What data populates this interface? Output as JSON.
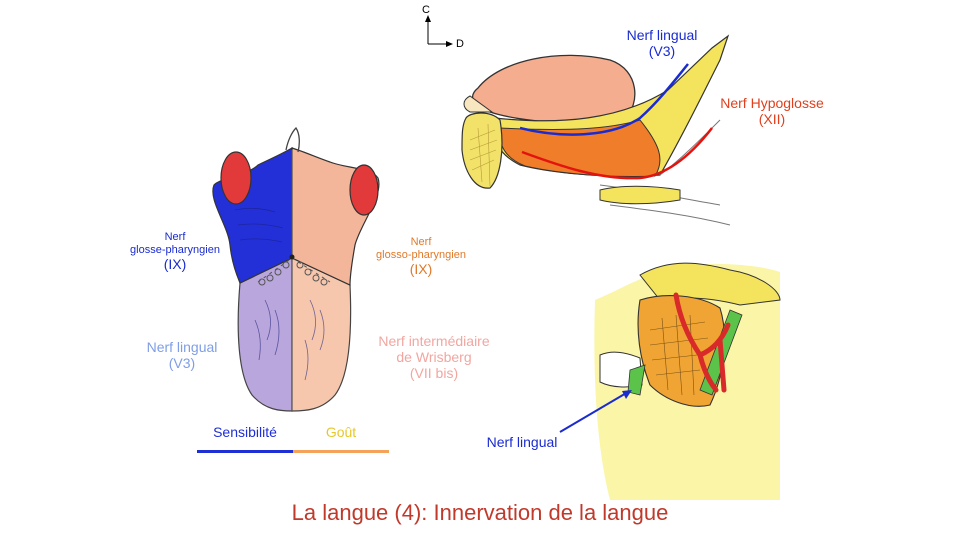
{
  "title": "La langue (4): Innervation de la langue",
  "orientation": {
    "up": "C",
    "right": "D"
  },
  "tongue_labels": {
    "glosso_pharyngien_sens": {
      "line1": "Nerf",
      "line2": "glosse-pharyngien",
      "line3": "(IX)"
    },
    "glosso_pharyngien_gout": {
      "line1": "Nerf",
      "line2": "glosso-pharyngien",
      "line3": "(IX)"
    },
    "lingual_sens": {
      "line1": "Nerf lingual",
      "line2": "(V3)"
    },
    "intermediaire_gout": {
      "line1": "Nerf intermédiaire",
      "line2": "de Wrisberg",
      "line3": "(VII bis)"
    }
  },
  "legend": {
    "sensibilite": "Sensibilité",
    "gout": "Goût"
  },
  "side_labels": {
    "lingual": {
      "line1": "Nerf lingual",
      "line2": "(V3)"
    },
    "hypoglosse": {
      "line1": "Nerf Hypoglosse",
      "line2": "(XII)"
    }
  },
  "dissection_label": "Nerf lingual",
  "colors": {
    "sensibilite": "#1f2fd6",
    "gout": "#f5a35a",
    "dark_blue": "#1a2bd0",
    "light_blue": "#7f9ee6",
    "orange_text": "#e07a2a",
    "pink_text": "#f2a6a0",
    "red_text": "#e0401e",
    "title": "#c0392b"
  }
}
